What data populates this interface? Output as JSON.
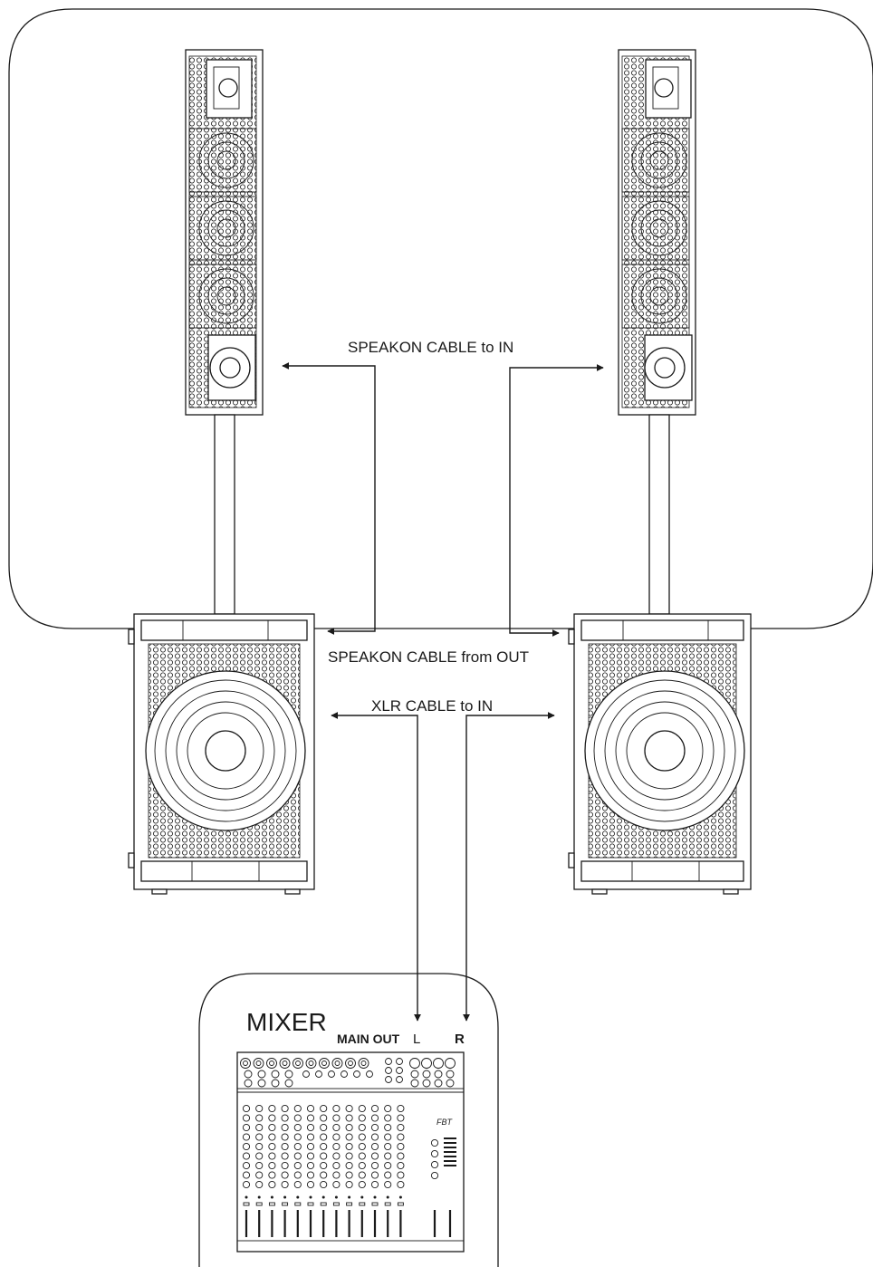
{
  "labels": {
    "speakon_to_in": "SPEAKON CABLE to IN",
    "speakon_from_out": "SPEAKON CABLE from OUT",
    "xlr_to_in": "XLR CABLE to IN"
  },
  "mixer": {
    "title": "MIXER",
    "main_out": "MAIN OUT",
    "left": "L",
    "right": "R",
    "brand": "FBT"
  },
  "icons": [
    "column-speaker-icon",
    "subwoofer-icon",
    "mixer-console-icon",
    "arrow-icon"
  ],
  "colors": {
    "line": "#1a1a1a",
    "background": "#ffffff"
  }
}
